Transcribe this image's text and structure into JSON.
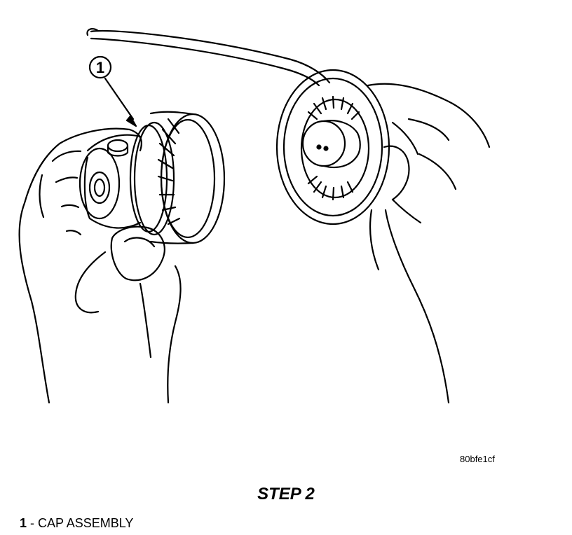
{
  "figure": {
    "callout_number": "1",
    "reference_code": "80bfe1cf",
    "step_title": "STEP 2",
    "legend": [
      {
        "number": "1",
        "separator": " - ",
        "label": "CAP ASSEMBLY"
      }
    ]
  }
}
